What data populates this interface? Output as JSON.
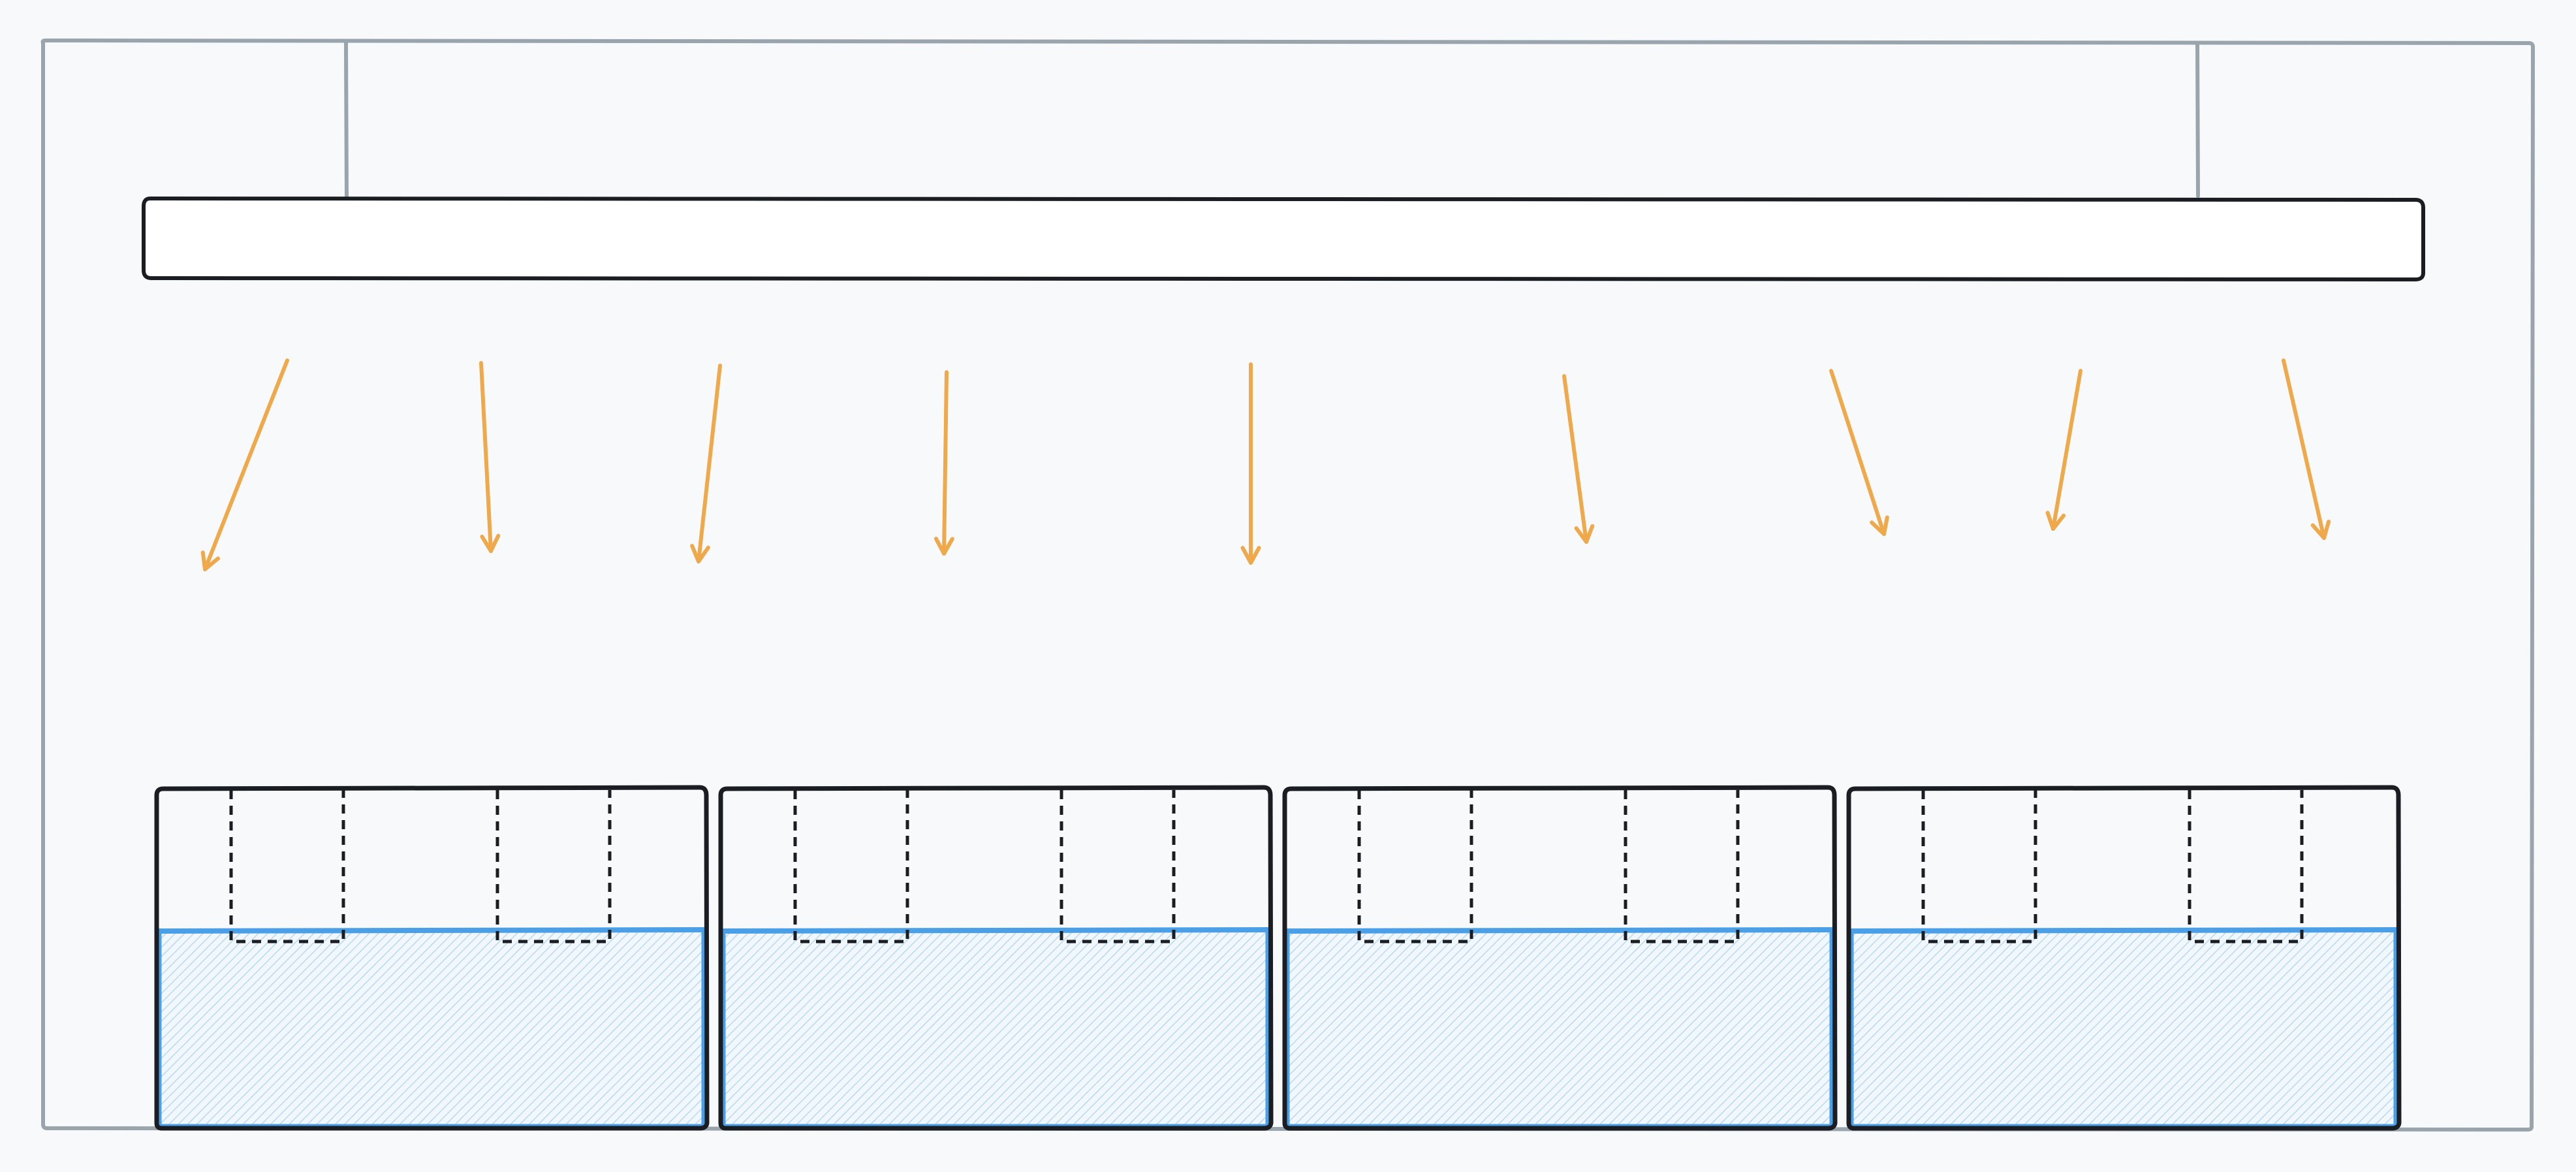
{
  "diagram": {
    "colors": {
      "background": "#f8f9fa",
      "frame_stroke": "#9aa4ad",
      "outline_stroke": "#1a1d21",
      "arrow_stroke": "#efa84a",
      "water_stroke": "#4a9fe6",
      "water_hatch": "#9ccdf0",
      "dashed_stroke": "#1a1d21"
    },
    "tanks": [
      {
        "id": "tank-1",
        "dashed_slots": 2,
        "has_water": true
      },
      {
        "id": "tank-2",
        "dashed_slots": 2,
        "has_water": true
      },
      {
        "id": "tank-3",
        "dashed_slots": 2,
        "has_water": true
      },
      {
        "id": "tank-4",
        "dashed_slots": 2,
        "has_water": true
      }
    ],
    "arrow_count": 9,
    "hangers": 2,
    "text_labels": []
  }
}
